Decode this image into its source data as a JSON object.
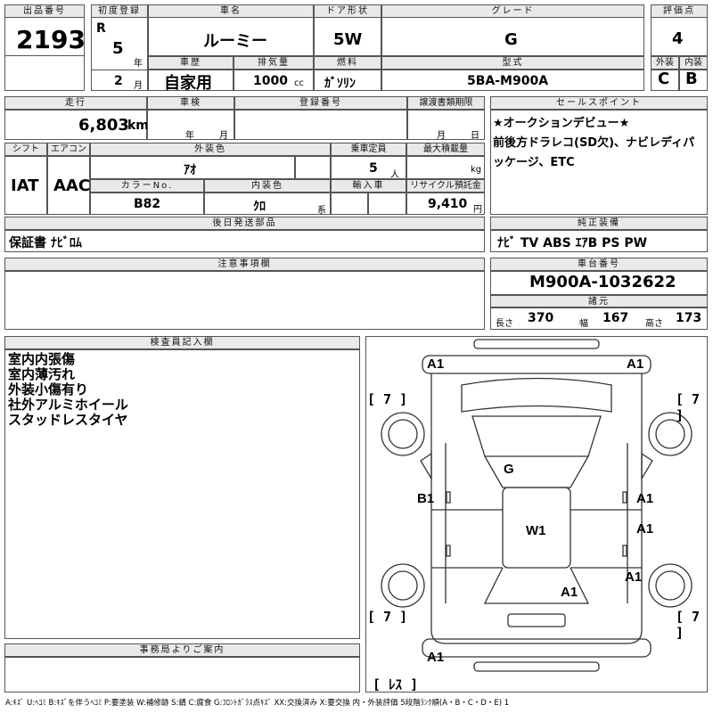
{
  "header": {
    "lot_label": "出品番号",
    "lot_value": "2193",
    "first_reg_label": "初度登録",
    "era": "R",
    "reg_year": "5",
    "year_unit": "年",
    "reg_month": "2",
    "month_unit": "月",
    "car_name_label": "車名",
    "car_name": "ルーミー",
    "history_label": "車歴",
    "history": "自家用",
    "displacement_label": "排気量",
    "displacement": "1000",
    "cc_unit": "cc",
    "door_label": "ドア形状",
    "door": "5W",
    "fuel_label": "燃料",
    "fuel": "ｶﾞｿﾘﾝ",
    "grade_label": "グレード",
    "grade": "G",
    "model_label": "型式",
    "model": "5BA-M900A",
    "score_label": "評価点",
    "score": "4",
    "exterior_label": "外装",
    "exterior": "C",
    "interior_label": "内装",
    "interior": "B"
  },
  "specs": {
    "mileage_label": "走行",
    "mileage": "6,803",
    "km_unit": "km",
    "inspection_label": "車検",
    "ins_year": "年",
    "ins_month": "月",
    "reg_no_label": "登録番号",
    "transfer_label": "譲渡書類期限",
    "tr_month": "月",
    "tr_day": "日",
    "shift_label": "シフト",
    "shift": "IAT",
    "ac_label": "エアコン",
    "ac": "AAC",
    "ext_color_label": "外装色",
    "ext_color": "ｱｵ",
    "capacity_label": "乗車定員",
    "capacity": "5",
    "person_unit": "人",
    "max_load_label": "最大積載量",
    "kg_unit": "kg",
    "color_no_label": "カラーNo.",
    "color_no": "B82",
    "int_color_label": "内装色",
    "int_color": "ｸﾛ",
    "int_color_unit": "系",
    "import_label": "輸入車",
    "recycle_label": "リサイクル預託金",
    "recycle": "9,410",
    "yen_unit": "円"
  },
  "sales_point": {
    "label": "セールスポイント",
    "text": "★オークションデビュー★\n前後方ドラレコ(SD欠)、ナビレディパッケージ、ETC"
  },
  "later_parts": {
    "label": "後日発送部品",
    "value": "保証書 ﾅﾋﾞﾛﾑ"
  },
  "genuine": {
    "label": "純正装備",
    "value": "ﾅﾋﾞ TV ABS ｴｱB PS PW"
  },
  "caution": {
    "label": "注意事項欄"
  },
  "chassis": {
    "label": "車台番号",
    "value": "M900A-1032622"
  },
  "dims": {
    "label": "諸元",
    "len_label": "長さ",
    "length": "370",
    "wid_label": "幅",
    "width": "167",
    "hei_label": "高さ",
    "height": "173"
  },
  "inspector": {
    "label": "検査員記入欄",
    "notes": [
      "室内内張傷",
      "室内薄汚れ",
      "外装小傷有り",
      "社外アルミホイール",
      "スタッドレスタイヤ"
    ]
  },
  "office": {
    "label": "事務局よりご案内"
  },
  "diagram": {
    "marks": [
      "A1",
      "A1",
      "G",
      "B1",
      "A1",
      "A1",
      "W1",
      "A1",
      "A1",
      "A1"
    ],
    "tires": [
      "[ 7 ]",
      "[ 7 ]",
      "[ 7 ]",
      "[ 7 ]"
    ],
    "spare": "[ ﾚｽ ]"
  },
  "legend": "A:ｷｽﾞ U:ﾍｺﾐ B:ｷｽﾞを伴うﾍｺﾐ P:要塗装 W:補修跡 S:錆 C:腐食 G:ﾌﾛﾝﾄｶﾞﾗｽ点ｷｽﾞ XX:交換済み X:要交換 内・外装評価 5段階ﾗﾝｸ順(A・B・C・D・E) 1"
}
